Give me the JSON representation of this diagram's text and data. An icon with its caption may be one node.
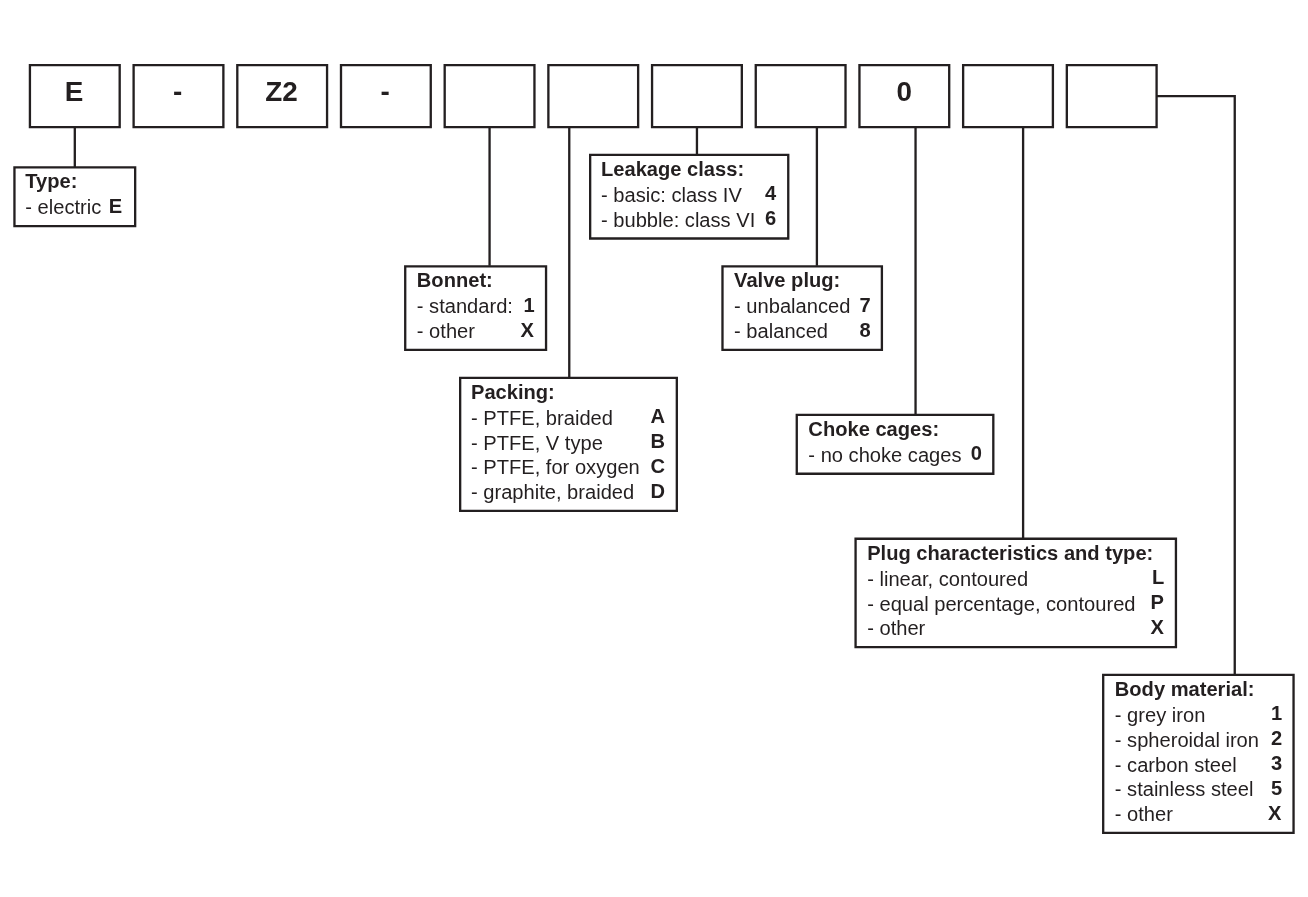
{
  "diagram": {
    "nodes": [
      {
        "text": [
          "E"
        ]
      },
      {
        "text": [
          "-"
        ]
      },
      {
        "text": [
          "Z2"
        ]
      },
      {
        "text": [
          "-"
        ]
      },
      {
        "text": [],
        "shape": "box"
      },
      {
        "text": [],
        "shape": "box"
      },
      {
        "text": [],
        "shape": "box"
      },
      {
        "text": [],
        "shape": "box"
      },
      {
        "text": [
          "0"
        ]
      },
      {
        "text": [],
        "shape": "box"
      },
      {
        "text": [],
        "shape": "box"
      },
      {
        "text": [
          "Type:",
          "- electric",
          "E"
        ]
      },
      {
        "text": [
          "Bonnet:",
          "- standard:",
          "1",
          "- other",
          "X"
        ]
      },
      {
        "text": [
          "Packing:",
          "- PTFE, braided",
          "A",
          "- PTFE, V type",
          "B",
          "- PTFE, for oxygen",
          "C",
          "- graphite, braided",
          "D"
        ]
      },
      {
        "text": [
          "Leakage class:",
          "- basic: class IV",
          "4",
          "- bubble: class VI",
          "6"
        ]
      },
      {
        "text": [
          "Valve plug:",
          "- unbalanced",
          "7",
          "- balanced",
          "8"
        ]
      },
      {
        "text": [
          "Choke cages:",
          "- no choke cages",
          "0"
        ]
      },
      {
        "text": [
          "Plug characteristics and type:",
          "- linear, contoured",
          "L",
          "- equal percentage, contoured",
          "P",
          "- other",
          "X"
        ]
      },
      {
        "text": [
          "Body material:",
          "- grey iron",
          "1",
          "- spheroidal iron",
          "2",
          "- carbon steel",
          "3",
          "- stainless steel",
          "5",
          "- other",
          "X"
        ]
      }
    ],
    "edges": [
      {
        "from": 0,
        "to": 11,
        "arrow": "none"
      },
      {
        "from": 4,
        "to": 12,
        "arrow": "none"
      },
      {
        "from": 5,
        "to": 13,
        "arrow": "none"
      },
      {
        "from": 6,
        "to": 14,
        "arrow": "none"
      },
      {
        "from": 7,
        "to": 15,
        "arrow": "none"
      },
      {
        "from": 8,
        "to": 16,
        "arrow": "none"
      },
      {
        "from": 9,
        "to": 17,
        "arrow": "none"
      },
      {
        "from": 10,
        "to": 18,
        "arrow": "none"
      }
    ]
  }
}
